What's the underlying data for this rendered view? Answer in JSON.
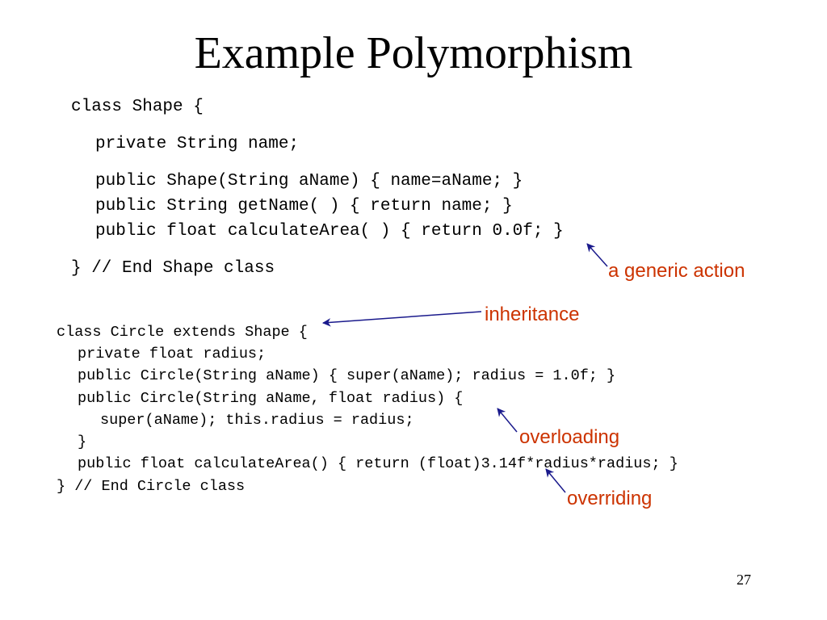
{
  "title": "Example Polymorphism",
  "shape_code": [
    "class Shape {",
    "private String name;",
    "public Shape(String aName) { name=aName; }",
    "public String getName( ) { return name; }",
    "public float calculateArea( ) { return 0.0f; }",
    "} // End Shape class"
  ],
  "circle_code": [
    "class Circle extends Shape {",
    "private float radius;",
    "public Circle(String aName) { super(aName); radius = 1.0f; }",
    "public Circle(String aName, float radius) {",
    "super(aName); this.radius = radius;",
    "}",
    "public float calculateArea() { return (float)3.14f*radius*radius; }",
    "} // End Circle class"
  ],
  "annotations": {
    "generic_action": "a generic action",
    "inheritance": "inheritance",
    "overloading": "overloading",
    "overriding": "overriding"
  },
  "colors": {
    "annotation_text": "#cc3300",
    "arrow": "#1a1a8c"
  },
  "page_number": "27"
}
